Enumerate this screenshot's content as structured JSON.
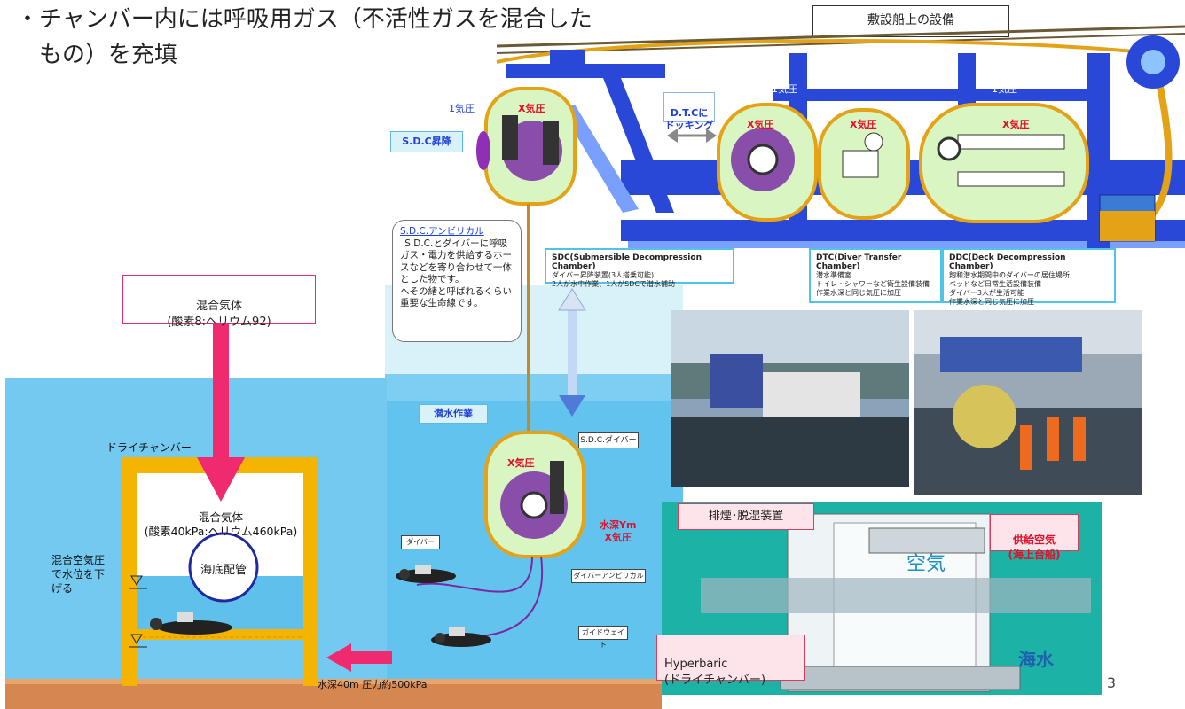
{
  "header": {
    "bullet_line1": "・チャンバー内には呼吸用ガス（不活性ガスを混合した",
    "bullet_line2": "もの）を充填"
  },
  "ship_equipment_label": "敷設船上の設備",
  "diagram_top": {
    "pressure_1atm_left": "1気圧",
    "pressure_1atm_mid": "1気圧",
    "pressure_1atm_right": "1気圧",
    "x_pressure_sdc": "X気圧",
    "x_pressure_dtc_left": "X気圧",
    "x_pressure_dtc": "X気圧",
    "x_pressure_ddc": "X気圧",
    "sdc_ascent": "S.D.C昇降",
    "docking_label": "D.T.Cに\nドッキング",
    "umbilical_title": "S.D.C.アンビリカル",
    "umbilical_text": "S.D.C.とダイバーに呼吸ガス・電力を供給するホースなどを寄り合わせて一体とした物です。\nへその緒と呼ばれるくらい重要な生命線です。",
    "sdc_title": "SDC(Submersible Decompression Chamber)",
    "sdc_text": "ダイバー昇降装置(3人搭乗可能)\n2人が水中作業、1人がSDCで潜水補助",
    "dtc_title": "DTC(Diver Transfer Chamber)",
    "dtc_text": "潜水準備室\nトイレ・シャワーなど衛生設備装備\n作業水深と同じ気圧に加圧",
    "ddc_title": "DDC(Deck Decompression Chamber)",
    "ddc_text": "飽和潜水期間中のダイバーの居住場所\nベッドなど日常生活設備装備\nダイバー3人が生活可能\n作業水深と同じ気圧に加圧"
  },
  "diagram_dive": {
    "diving_work": "潜水作業",
    "x_pressure": "X気圧",
    "sdc_diver": "S.D.C.ダイバー",
    "depth": "水深Ym\nX気圧",
    "diver": "ダイバー",
    "diver_umbilical": "ダイバーアンビリカル",
    "guide_weight": "ガイドウェイト"
  },
  "diagram_left": {
    "mixed_gas_box": "混合気体\n(酸素8:ヘリウム92)",
    "dry_chamber": "ドライチャンバー",
    "mixed_gas_inside": "混合気体\n(酸素40kPa:ヘリウム460kPa)",
    "seabed_pipe": "海底配管",
    "lower_water": "混合空気圧\nで水位を下\nげる",
    "depth_pressure": "水深40m 圧力約500kPa"
  },
  "diagram_right": {
    "exhaust": "排煙･脱湿装置",
    "air_supply": "供給空気\n(海上台船)",
    "air": "空気",
    "seawater": "海水",
    "hyperbaric": "Hyperbaric\n(ドライチャンバー)"
  },
  "page_number": "3",
  "colors": {
    "water": "#74c9f0",
    "water_dark": "#4fb3e6",
    "chamber_frame": "#f5b400",
    "arrow_pink": "#ef2a6f",
    "ship_blue": "#1f3fd8",
    "chamber_green": "#d8f5c2",
    "teal": "#17a99a",
    "seabed": "#d5874f"
  }
}
